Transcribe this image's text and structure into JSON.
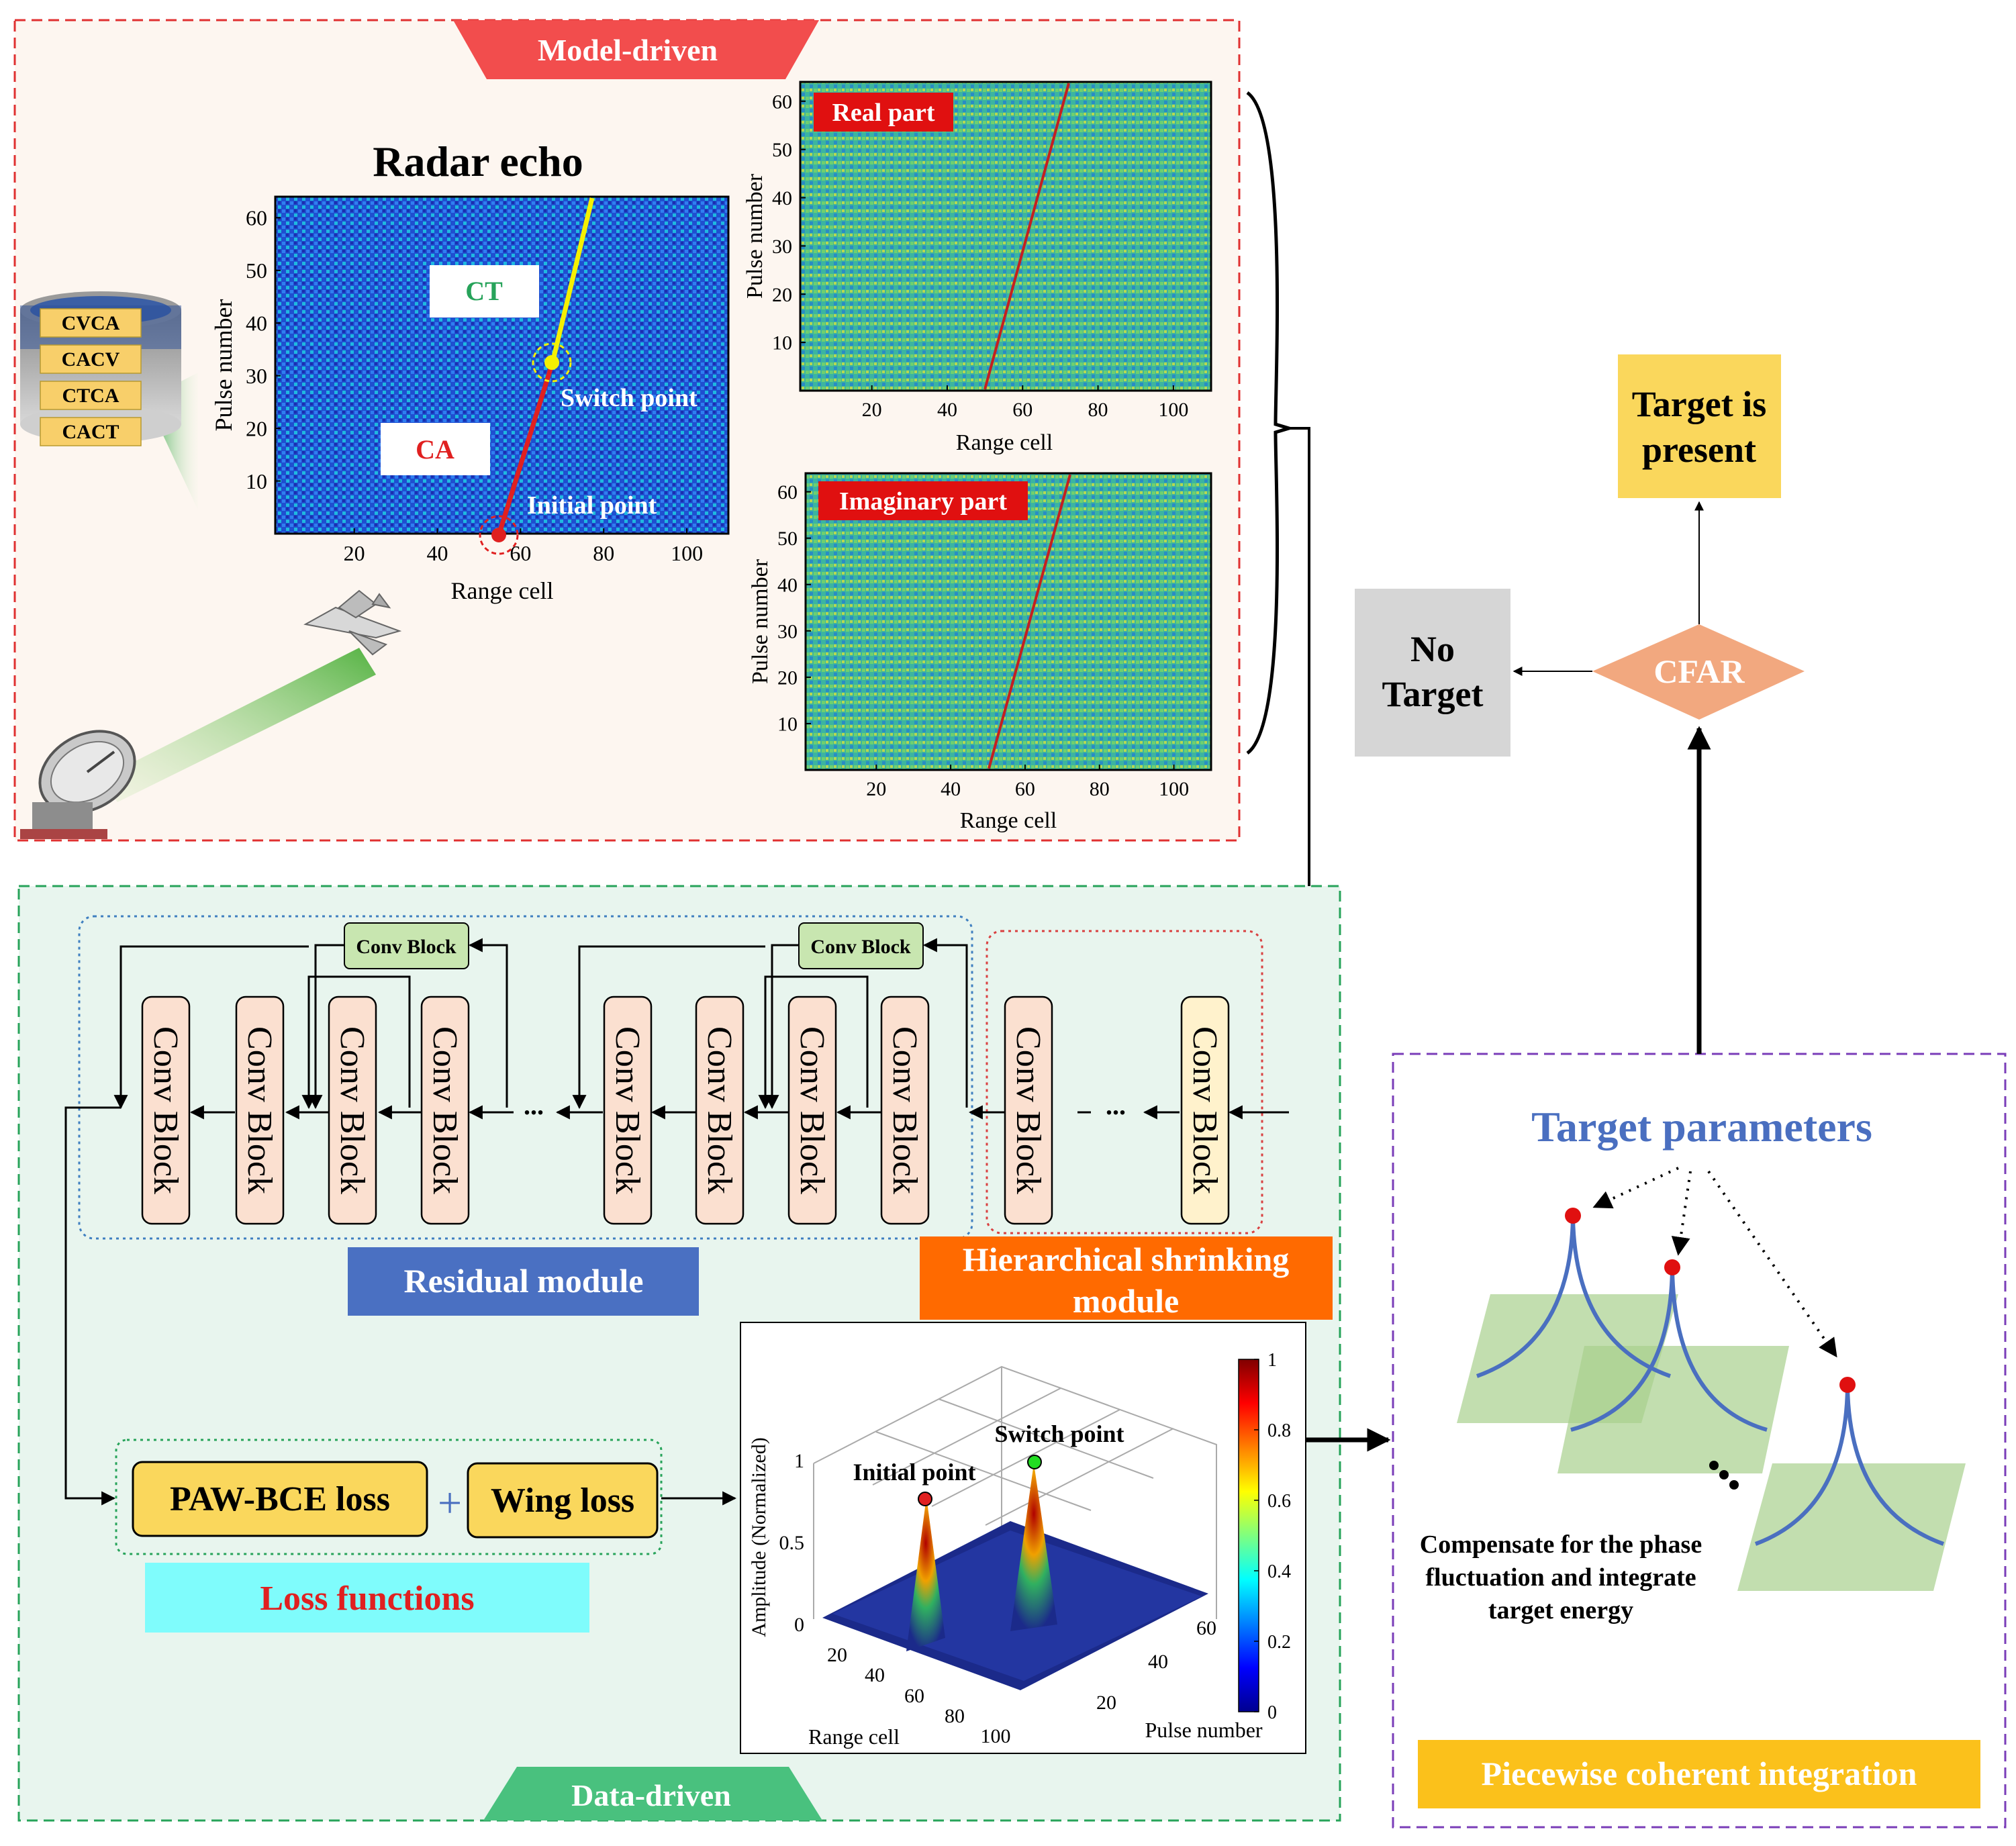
{
  "model_driven": {
    "banner": "Model-driven",
    "radar_echo": {
      "title": "Radar echo",
      "xlabel": "Range cell",
      "ylabel": "Pulse number",
      "xticks": [
        "20",
        "40",
        "60",
        "80",
        "100"
      ],
      "yticks": [
        "10",
        "20",
        "30",
        "40",
        "50",
        "60"
      ],
      "ct_label": "CT",
      "ca_label": "CA",
      "switch_label": "Switch point",
      "initial_label": "Initial point"
    },
    "db_labels": [
      "CVCA",
      "CACV",
      "CTCA",
      "CACT"
    ],
    "real_part": {
      "tag": "Real part",
      "xlabel": "Range cell",
      "ylabel": "Pulse number",
      "xticks": [
        "20",
        "40",
        "60",
        "80",
        "100"
      ],
      "yticks": [
        "10",
        "20",
        "30",
        "40",
        "50",
        "60"
      ]
    },
    "imag_part": {
      "tag": "Imaginary part",
      "xlabel": "Range cell",
      "ylabel": "Pulse number",
      "xticks": [
        "20",
        "40",
        "60",
        "80",
        "100"
      ],
      "yticks": [
        "10",
        "20",
        "30",
        "40",
        "50",
        "60"
      ]
    }
  },
  "decision": {
    "target_present": [
      "Target is",
      "present"
    ],
    "no_target": [
      "No",
      "Target"
    ],
    "cfar": "CFAR"
  },
  "data_driven": {
    "banner": "Data-driven",
    "conv_block": "Conv Block",
    "ellipsis": "...",
    "residual_module": "Residual module",
    "shrinking_module": [
      "Hierarchical shrinking",
      "module"
    ],
    "loss_a": "PAW-BCE loss",
    "plus": "+",
    "loss_b": "Wing loss",
    "loss_functions": "Loss functions"
  },
  "surface_plot": {
    "switch_label": "Switch point",
    "initial_label": "Initial point",
    "zlabel": "Amplitude (Normalized)",
    "xlabel": "Range cell",
    "ylabel": "Pulse number",
    "zticks": [
      "0",
      "0.5",
      "1"
    ],
    "xticks": [
      "20",
      "40",
      "60",
      "80",
      "100"
    ],
    "yticks": [
      "20",
      "40",
      "60"
    ],
    "colorbar_ticks": [
      "0",
      "0.2",
      "0.4",
      "0.6",
      "0.8",
      "1"
    ]
  },
  "piecewise": {
    "title": "Target parameters",
    "caption": [
      "Compensate for the phase",
      "fluctuation and integrate",
      "target energy"
    ],
    "footer": "Piecewise coherent integration"
  },
  "colors": {
    "model_bg": "#fdf6f0",
    "data_bg": "#e8f5ee",
    "red_dash": "#e03030",
    "green_dash": "#27a35a",
    "purple_dash": "#7a3db8",
    "blue_dot": "#3f7fc0",
    "red_dot": "#d94040",
    "banner_red": "#f24d4d",
    "banner_green": "#49c17e",
    "yellow": "#fad75c",
    "gray": "#d6d6d6",
    "cfar": "#f2a87f",
    "residual": "#4a70c2",
    "shrinking": "#ff6a00",
    "cyan": "#7ffcfc",
    "footer": "#fbc11b",
    "title_blue": "#4a6fc0"
  }
}
